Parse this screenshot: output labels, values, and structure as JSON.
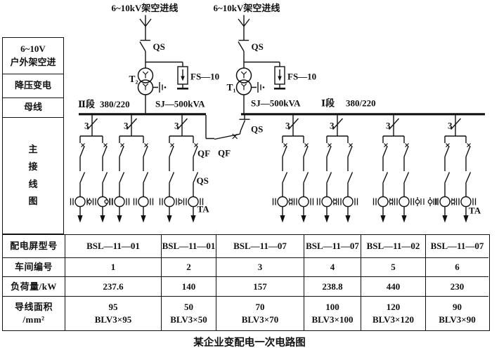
{
  "caption": "某企业变配电一次电路图",
  "diagram": {
    "incoming_left": "6~10kV架空进线",
    "incoming_right": "6~10kV架空进线",
    "qs": "QS",
    "qf": "QF",
    "ta": "TA",
    "phase": "3",
    "t2": "T₂",
    "t1": "T₁",
    "fs10": "FS—10",
    "sj": "SJ—500kVA",
    "bus2_seg": "Ⅱ段",
    "bus1_seg": "Ⅰ段",
    "voltage2": "380/220",
    "voltage1": "380/220"
  },
  "sidebar": {
    "rows": [
      {
        "label": "6~10V\n户外架空进"
      },
      {
        "label": "降压变电"
      },
      {
        "label": "母线"
      },
      {
        "label": "主\n接\n线\n图"
      }
    ]
  },
  "table": {
    "row_headers": [
      "配电屏型号",
      "车间编号",
      "负荷量/kW",
      "导线面积\n/mm²"
    ],
    "columns": [
      {
        "model": "BSL—11—01",
        "workshop": "1",
        "load": "237.6",
        "wire": "95\nBLV3×95"
      },
      {
        "model": "BSL—11—01",
        "workshop": "2",
        "load": "140",
        "wire": "50\nBLV3×50"
      },
      {
        "model": "BSL—11—07",
        "workshop": "3",
        "load": "157",
        "wire": "70\nBLV3×70"
      },
      {
        "model": "BSL—11—07",
        "workshop": "4",
        "load": "238.8",
        "wire": "100\nBLV3×100"
      },
      {
        "model": "BSL—11—02",
        "workshop": "5",
        "load": "440",
        "wire": "120\nBLV3×120"
      },
      {
        "model": "BSL—11—07",
        "workshop": "6",
        "load": "230",
        "wire": "90\nBLV3×90"
      }
    ]
  }
}
